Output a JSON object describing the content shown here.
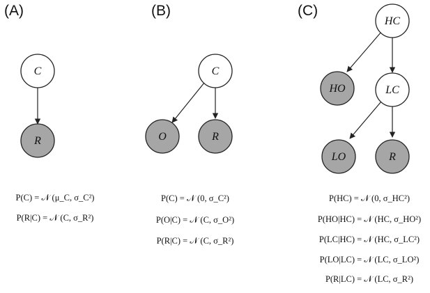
{
  "panels": [
    {
      "id": "A",
      "label": "(A)",
      "nodes": [
        {
          "id": "C",
          "label": "C",
          "observed": false
        },
        {
          "id": "R",
          "label": "R",
          "observed": true
        }
      ],
      "edges": [
        [
          "C",
          "R"
        ]
      ],
      "equations": [
        "P(C) = 𝒩 (μ_C, σ_C²)",
        "P(R|C) = 𝒩 (C, σ_R²)"
      ]
    },
    {
      "id": "B",
      "label": "(B)",
      "nodes": [
        {
          "id": "C",
          "label": "C",
          "observed": false
        },
        {
          "id": "O",
          "label": "O",
          "observed": true
        },
        {
          "id": "R",
          "label": "R",
          "observed": true
        }
      ],
      "edges": [
        [
          "C",
          "O"
        ],
        [
          "C",
          "R"
        ]
      ],
      "equations": [
        "P(C) = 𝒩 (0, σ_C²)",
        "P(O|C) = 𝒩 (C, σ_O²)",
        "P(R|C) = 𝒩 (C, σ_R²)"
      ]
    },
    {
      "id": "C",
      "label": "(C)",
      "nodes": [
        {
          "id": "HC",
          "label": "HC",
          "observed": false
        },
        {
          "id": "HO",
          "label": "HO",
          "observed": true
        },
        {
          "id": "LC",
          "label": "LC",
          "observed": false
        },
        {
          "id": "LO",
          "label": "LO",
          "observed": true
        },
        {
          "id": "R",
          "label": "R",
          "observed": true
        }
      ],
      "edges": [
        [
          "HC",
          "HO"
        ],
        [
          "HC",
          "LC"
        ],
        [
          "LC",
          "LO"
        ],
        [
          "LC",
          "R"
        ]
      ],
      "equations": [
        "P(HC) = 𝒩 (0, σ_HC²)",
        "P(HO|HC) = 𝒩 (HC, σ_HO²)",
        "P(LC|HC) = 𝒩 (HC, σ_LC²)",
        "P(LO|LC) = 𝒩 (LC, σ_LO²)",
        "P(R|LC) = 𝒩 (LC, σ_R²)"
      ]
    }
  ],
  "colors": {
    "observed_fill": "#a6a6a6",
    "latent_fill": "#ffffff",
    "stroke": "#222222"
  }
}
